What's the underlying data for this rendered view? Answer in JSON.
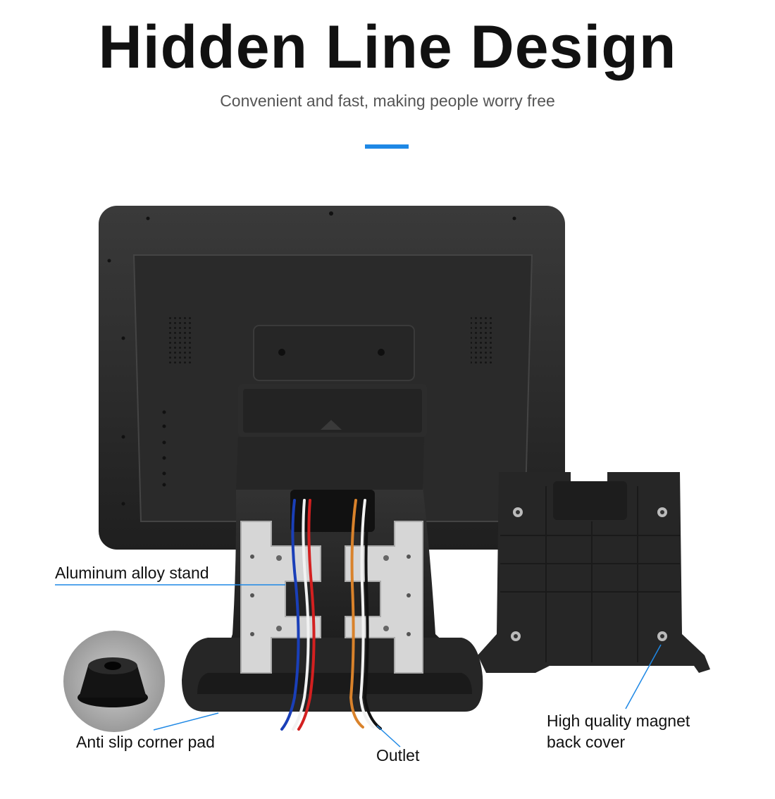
{
  "header": {
    "title": "Hidden Line Design",
    "subtitle": "Convenient and fast, making people worry free"
  },
  "colors": {
    "accent": "#1e88e5",
    "title_text": "#111111",
    "subtitle_text": "#555555",
    "device_body": "#2b2b2b",
    "stand_plate": "#d6d6d6",
    "wire_blue": "#1a3fb8",
    "wire_red": "#d32020",
    "wire_orange": "#d9822b",
    "wire_white": "#f2f2f2"
  },
  "callouts": {
    "aluminum_stand": "Aluminum alloy stand",
    "anti_slip_pad": "Anti slip corner pad",
    "outlet": "Outlet",
    "magnet_cover_line1": "High quality magnet",
    "magnet_cover_line2": "back cover"
  }
}
